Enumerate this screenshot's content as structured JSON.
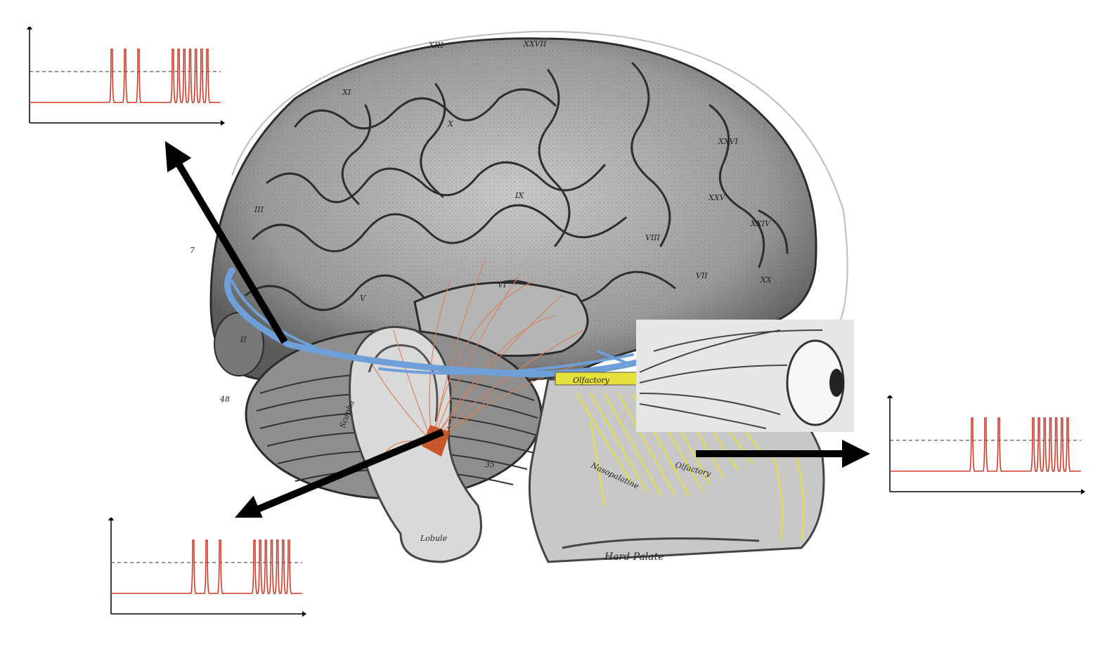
{
  "labels": {
    "gyri": [
      "XIII",
      "XXVII",
      "XI",
      "X",
      "XXVI",
      "IX",
      "XXV",
      "XXIV",
      "VIII",
      "VII",
      "XX",
      "VI",
      "V",
      "III",
      "II"
    ],
    "numbers": [
      "48",
      "35",
      "7"
    ],
    "ear": [
      "Scapha",
      "Lobule"
    ],
    "nose": [
      "Olfactory",
      "Olfactory",
      "Nasopalatine"
    ],
    "palate": "Hard Palate"
  },
  "colors": {
    "auditory_fibers": "#d9825a",
    "auditory_patch": "#c8562b",
    "olfactory_nerve": "#e6e03a",
    "visual_pathway": "#6f9fd8",
    "spike_trace": "#d23a2a",
    "threshold": "#333333",
    "arrows": "#000000"
  },
  "spike_plots": [
    {
      "id": "visual",
      "spikes": [
        0.43,
        0.5,
        0.57,
        0.75,
        0.78,
        0.81,
        0.84,
        0.87,
        0.9,
        0.93
      ],
      "threshold": 0.55,
      "baseline": 0.22
    },
    {
      "id": "olfactory",
      "spikes": [
        0.43,
        0.5,
        0.57,
        0.75,
        0.78,
        0.81,
        0.84,
        0.87,
        0.9,
        0.93
      ],
      "threshold": 0.55,
      "baseline": 0.22
    },
    {
      "id": "auditory",
      "spikes": [
        0.43,
        0.5,
        0.57,
        0.75,
        0.78,
        0.81,
        0.84,
        0.87,
        0.9,
        0.93
      ],
      "threshold": 0.55,
      "baseline": 0.22
    }
  ]
}
